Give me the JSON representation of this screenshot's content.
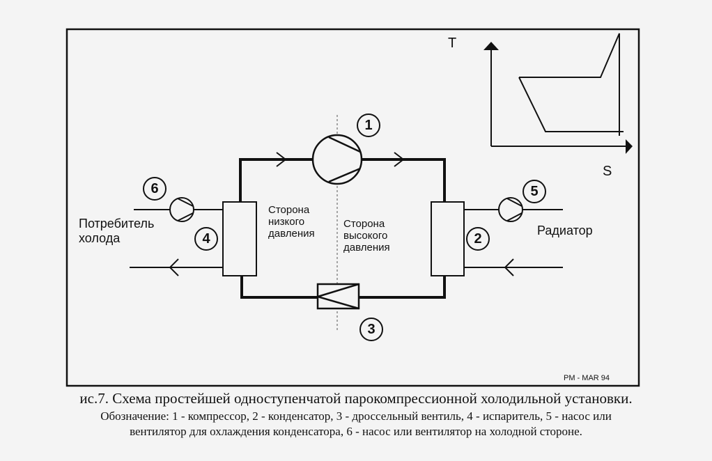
{
  "figure": {
    "axis_labels": {
      "y": "T",
      "x": "S"
    },
    "side_labels": {
      "low_pressure": "Сторона\nнизкого\nдавления",
      "high_pressure": "Сторона\nвысокого\nдавления"
    },
    "left_label": "Потребитель\nхолода",
    "right_label": "Радиатор",
    "component_numbers": {
      "compressor": "1",
      "condenser": "2",
      "expansion_valve": "3",
      "evaporator": "4",
      "condenser_pump": "5",
      "cold_side_pump": "6"
    },
    "stamp": "PM - MAR 94"
  },
  "caption": {
    "title": "ис.7. Схема простейшей  одноступенчатой парокомпрессионной холодильной установки.",
    "legend_line1": "Обозначение: 1 - компрессор, 2 - конденсатор, 3 - дроссельный вентиль, 4 - испаритель, 5 - насос или",
    "legend_line2": "вентилятор для охлаждения конденсатора, 6 - насос или вентилятор на холодной стороне."
  },
  "colors": {
    "background": "#f4f4f4",
    "ink": "#111111"
  }
}
